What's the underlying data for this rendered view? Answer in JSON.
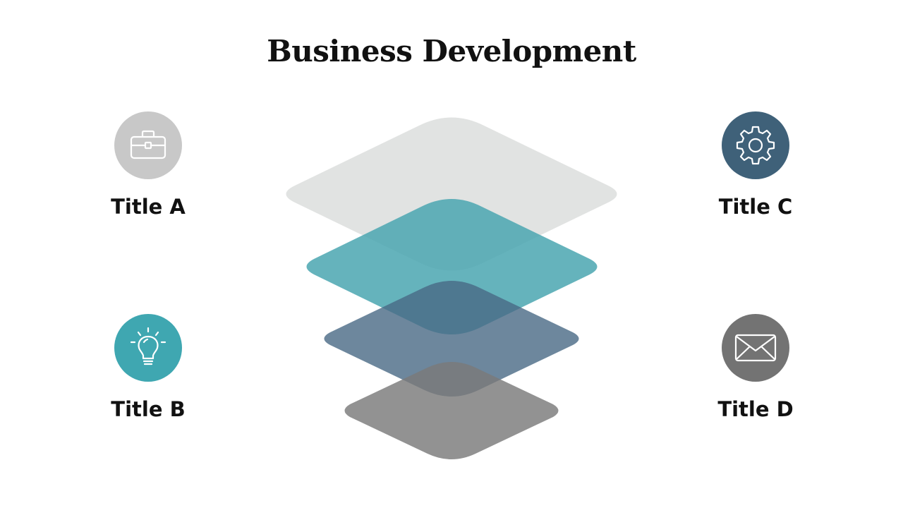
{
  "slide": {
    "title": "Business Development"
  },
  "items": [
    {
      "key": "a",
      "label": "Title A",
      "icon": "briefcase-icon",
      "color": "#c8c8c8"
    },
    {
      "key": "b",
      "label": "Title B",
      "icon": "lightbulb-icon",
      "color": "#3fa7b1"
    },
    {
      "key": "c",
      "label": "Title C",
      "icon": "gear-icon",
      "color": "#3f6179"
    },
    {
      "key": "d",
      "label": "Title D",
      "icon": "envelope-icon",
      "color": "#737373"
    }
  ],
  "layers": [
    {
      "name": "layer-top",
      "color": "#dcdedd"
    },
    {
      "name": "layer-second",
      "color": "#4aa6b0"
    },
    {
      "name": "layer-third",
      "color": "#486984"
    },
    {
      "name": "layer-bottom",
      "color": "#7a7a7a"
    }
  ]
}
